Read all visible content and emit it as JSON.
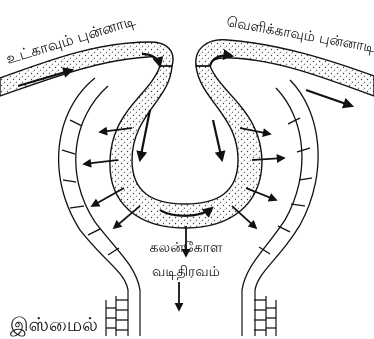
{
  "labels": {
    "afferent": "உட்காவும் புன்னாடி",
    "efferent": "வெளிக்காவும் புன்னாடி",
    "filtrate_line1": "கலன்கோள",
    "filtrate_line2": "வடிதிரவம்",
    "caption": "இஸ்மைல்"
  },
  "colors": {
    "ink": "#111111",
    "stipple": "#555555",
    "paper": "#ffffff"
  }
}
